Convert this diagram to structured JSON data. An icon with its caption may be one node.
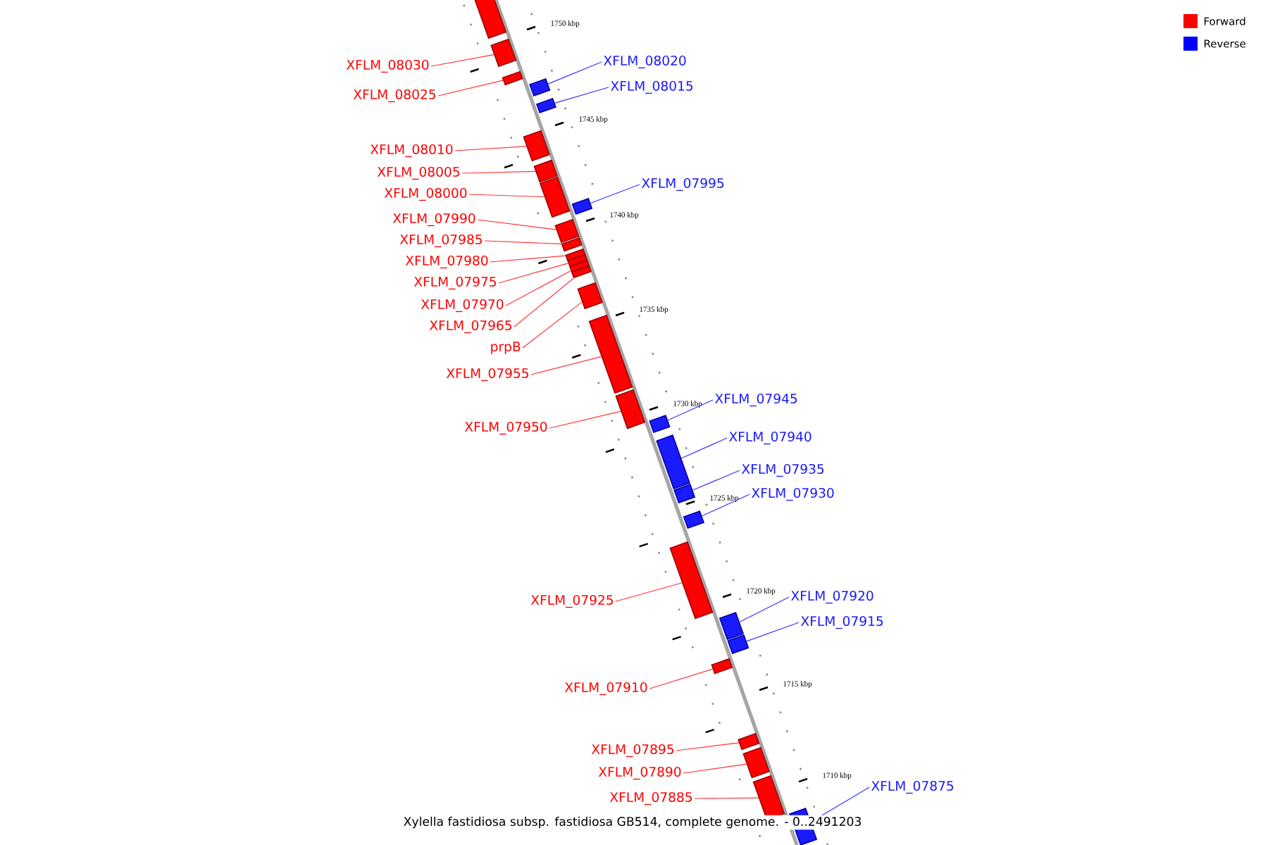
{
  "diagram": {
    "caption": "Xylella fastidiosa subsp. fastidiosa GB514, complete genome. - 0..2491203",
    "nodes": [
      {
        "text": [],
        "shape": "box"
      },
      {
        "text": [
          "XFLM_08030"
        ]
      },
      {
        "text": [],
        "shape": "box"
      },
      {
        "text": [
          "XFLM_08025"
        ]
      },
      {
        "text": [],
        "shape": "box"
      },
      {
        "text": [
          "XFLM_08020"
        ]
      },
      {
        "text": [],
        "shape": "box"
      },
      {
        "text": [
          "XFLM_08015"
        ]
      },
      {
        "text": [],
        "shape": "box"
      },
      {
        "text": [
          "XFLM_08010"
        ]
      },
      {
        "text": [],
        "shape": "box"
      },
      {
        "text": [
          "XFLM_08005"
        ]
      },
      {
        "text": [],
        "shape": "box"
      },
      {
        "text": [
          "XFLM_08000"
        ]
      },
      {
        "text": [],
        "shape": "box"
      },
      {
        "text": [
          "XFLM_07995"
        ]
      },
      {
        "text": [],
        "shape": "box"
      },
      {
        "text": [
          "XFLM_07990"
        ]
      },
      {
        "text": [],
        "shape": "box"
      },
      {
        "text": [
          "XFLM_07985"
        ]
      },
      {
        "text": [],
        "shape": "box"
      },
      {
        "text": [
          "XFLM_07980"
        ]
      },
      {
        "text": [],
        "shape": "box"
      },
      {
        "text": [
          "XFLM_07975"
        ]
      },
      {
        "text": [],
        "shape": "box"
      },
      {
        "text": [
          "XFLM_07970"
        ]
      },
      {
        "text": [],
        "shape": "box"
      },
      {
        "text": [
          "XFLM_07965"
        ]
      },
      {
        "text": [],
        "shape": "box"
      },
      {
        "text": [
          "prpB"
        ]
      },
      {
        "text": [],
        "shape": "box"
      },
      {
        "text": [
          "XFLM_07955"
        ]
      },
      {
        "text": [],
        "shape": "box"
      },
      {
        "text": [
          "XFLM_07950"
        ]
      },
      {
        "text": [],
        "shape": "box"
      },
      {
        "text": [
          "XFLM_07945"
        ]
      },
      {
        "text": [],
        "shape": "box"
      },
      {
        "text": [
          "XFLM_07940"
        ]
      },
      {
        "text": [],
        "shape": "box"
      },
      {
        "text": [
          "XFLM_07935"
        ]
      },
      {
        "text": [],
        "shape": "box"
      },
      {
        "text": [
          "XFLM_07930"
        ]
      },
      {
        "text": [],
        "shape": "box"
      },
      {
        "text": [
          "XFLM_07925"
        ]
      },
      {
        "text": [],
        "shape": "box"
      },
      {
        "text": [
          "XFLM_07920"
        ]
      },
      {
        "text": [],
        "shape": "box"
      },
      {
        "text": [
          "XFLM_07915"
        ]
      },
      {
        "text": [],
        "shape": "box"
      },
      {
        "text": [
          "XFLM_07910"
        ]
      },
      {
        "text": [],
        "shape": "box"
      },
      {
        "text": [
          "XFLM_07895"
        ]
      },
      {
        "text": [],
        "shape": "box"
      },
      {
        "text": [
          "XFLM_07890"
        ]
      },
      {
        "text": [],
        "shape": "box"
      },
      {
        "text": [
          "XFLM_07885"
        ]
      },
      {
        "text": [],
        "shape": "box"
      },
      {
        "text": [
          "XFLM_07875"
        ]
      },
      {
        "text": [],
        "shape": "box"
      }
    ],
    "edges": [
      {
        "from": 1,
        "to": 2,
        "arrow": "none"
      },
      {
        "from": 3,
        "to": 4,
        "arrow": "none"
      },
      {
        "from": 5,
        "to": 6,
        "arrow": "none",
        "color": "#3333ff"
      },
      {
        "from": 7,
        "to": 8,
        "arrow": "none",
        "color": "#3333ff"
      },
      {
        "from": 9,
        "to": 10,
        "arrow": "none"
      },
      {
        "from": 11,
        "to": 12,
        "arrow": "none"
      },
      {
        "from": 13,
        "to": 14,
        "arrow": "none"
      },
      {
        "from": 15,
        "to": 16,
        "arrow": "none",
        "color": "#3333ff"
      },
      {
        "from": 17,
        "to": 18,
        "arrow": "none"
      },
      {
        "from": 19,
        "to": 20,
        "arrow": "none"
      },
      {
        "from": 21,
        "to": 22,
        "arrow": "none"
      },
      {
        "from": 23,
        "to": 24,
        "arrow": "none"
      },
      {
        "from": 25,
        "to": 26,
        "arrow": "none"
      },
      {
        "from": 27,
        "to": 28,
        "arrow": "none"
      },
      {
        "from": 29,
        "to": 30,
        "arrow": "none"
      },
      {
        "from": 31,
        "to": 32,
        "arrow": "none"
      },
      {
        "from": 33,
        "to": 34,
        "arrow": "none"
      },
      {
        "from": 35,
        "to": 36,
        "arrow": "none",
        "color": "#3333ff"
      },
      {
        "from": 37,
        "to": 38,
        "arrow": "none",
        "color": "#3333ff"
      },
      {
        "from": 39,
        "to": 40,
        "arrow": "none",
        "color": "#3333ff"
      },
      {
        "from": 41,
        "to": 42,
        "arrow": "none",
        "color": "#3333ff"
      },
      {
        "from": 43,
        "to": 44,
        "arrow": "none"
      },
      {
        "from": 45,
        "to": 46,
        "arrow": "none",
        "color": "#3333ff"
      },
      {
        "from": 47,
        "to": 48,
        "arrow": "none",
        "color": "#3333ff"
      },
      {
        "from": 49,
        "to": 50,
        "arrow": "none"
      },
      {
        "from": 51,
        "to": 52,
        "arrow": "none"
      },
      {
        "from": 53,
        "to": 54,
        "arrow": "none"
      },
      {
        "from": 55,
        "to": 56,
        "arrow": "none"
      },
      {
        "from": 57,
        "to": 58,
        "arrow": "none",
        "color": "#3333ff"
      }
    ],
    "labels": [
      "1750 kbp",
      "1745 kbp",
      "1740 kbp",
      "1735 kbp",
      "1730 kbp",
      "1725 kbp",
      "1720 kbp",
      "1715 kbp",
      "1710 kbp"
    ],
    "legend": [
      {
        "text": "Forward",
        "color": "#ff0000"
      },
      {
        "text": "Reverse",
        "color": "#0000ff"
      }
    ]
  }
}
